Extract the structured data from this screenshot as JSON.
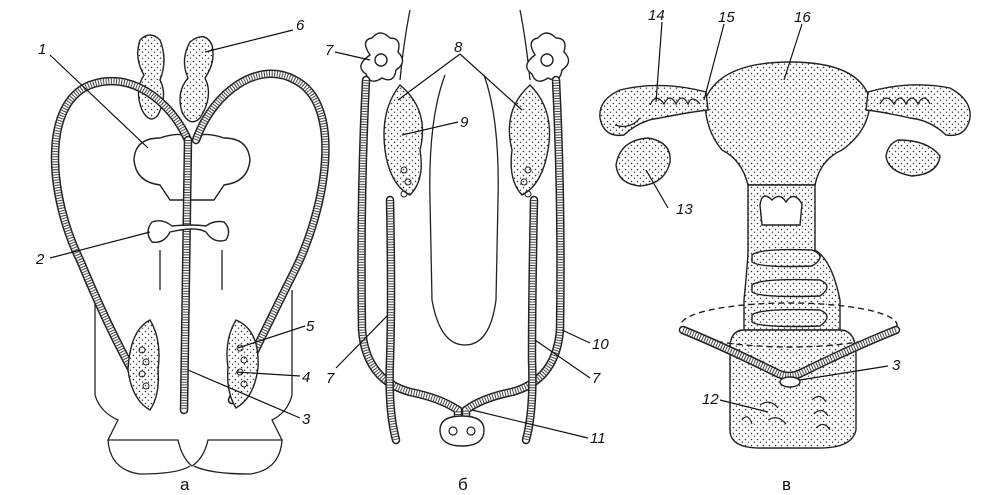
{
  "labels": {
    "l1": "1",
    "l2": "2",
    "l3": "3",
    "l4": "4",
    "l5": "5",
    "l6": "6",
    "l7": "7",
    "l8": "8",
    "l9": "9",
    "l10": "10",
    "l11": "11",
    "l12": "12",
    "l13": "13",
    "l14": "14",
    "l15": "15",
    "l16": "16"
  },
  "captions": {
    "a": "а",
    "b": "б",
    "v": "в"
  },
  "colors": {
    "ink": "#222222",
    "paper": "#ffffff"
  }
}
